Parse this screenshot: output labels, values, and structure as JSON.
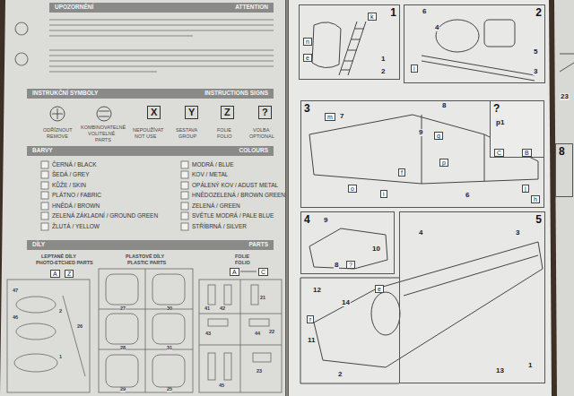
{
  "diagram": {
    "nodes": [
      {
        "text": [
          "UPOZORNĚNÍ",
          "ATTENTION"
        ]
      },
      {
        "text": [
          "INSTRUKČNÍ SYMBOLY",
          "INSTRUCTIONS SIGNS"
        ]
      },
      {
        "text": [
          "BARVY",
          "COLOURS"
        ]
      },
      {
        "text": [
          "DÍLY",
          "PARTS"
        ]
      },
      {
        "text": [
          "1"
        ]
      },
      {
        "text": [
          "2"
        ]
      },
      {
        "text": [
          "3"
        ]
      },
      {
        "text": [
          "?"
        ]
      },
      {
        "text": [
          "4"
        ]
      },
      {
        "text": [
          "5"
        ]
      },
      {
        "text": [
          "8"
        ]
      }
    ],
    "labels": [
      "X",
      "Y",
      "Z",
      "?",
      "ODŘÍZNOUT",
      "REMOVE",
      "KOMBINOVATELNÉ",
      "VOLITELNÉ",
      "PARTS",
      "NEPOUŽÍVAT",
      "NOT USE",
      "SESTAVA",
      "GROUP",
      "FOLIE",
      "FOLIO",
      "VOLBA",
      "OPTIONAL",
      "ČERNÁ / BLACK",
      "ŠEDÁ / GREY",
      "KŮŽE / SKIN",
      "PLÁTNO / FABRIC",
      "HNĚDÁ / BROWN",
      "ZELENÁ ZÁKLADNÍ / GROUND GREEN",
      "ŽLUTÁ / YELLOW",
      "MODRÁ / BLUE",
      "KOV / METAL",
      "OPÁLENÝ KOV / ADUST METAL",
      "HNĚDOZELENÁ / BROWN GREEN",
      "ZELENÁ / GREEN",
      "SVĚTLE MODRÁ / PALE BLUE",
      "STŘÍBRNÁ / SILVER",
      "LEPTANÉ DÍLY",
      "PHOTO-ETCHED PARTS",
      "A",
      "Z",
      "PLASTOVÉ DÍLY",
      "PLASTIC PARTS",
      "FOLIE",
      "FOLIO",
      "A",
      "C",
      "47",
      "46",
      "2",
      "1",
      "26",
      "27",
      "28",
      "29",
      "30",
      "31",
      "25",
      "41",
      "42",
      "43",
      "44",
      "45",
      "21",
      "22",
      "23",
      "k",
      "1",
      "2",
      "n",
      "e",
      "6",
      "4",
      "5",
      "3",
      "i",
      "m",
      "7",
      "8",
      "9",
      "g",
      "p",
      "o",
      "i",
      "f",
      "6",
      "j",
      "h",
      "p1",
      "C",
      "B",
      "9",
      "10",
      "8",
      "?",
      "4",
      "3",
      "12",
      "e",
      "14",
      "r",
      "11",
      "2",
      "13",
      "1",
      "23"
    ]
  }
}
